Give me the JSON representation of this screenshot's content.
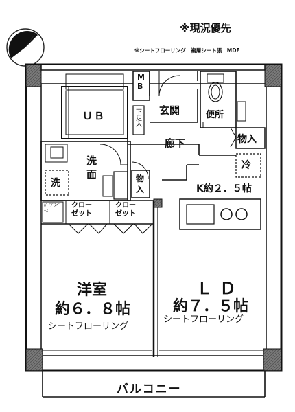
{
  "notes": {
    "priority": "※現況優先",
    "flooring": "※シートフローリング　複層シート張　MDF"
  },
  "rooms": {
    "ub": "ＵＢ",
    "mb": "M\nB",
    "shitabako": "下足入",
    "genkan": "玄関",
    "benjo": "便所",
    "monoire_top": "物入",
    "rouka": "廊下",
    "sen": "洗\n面",
    "sentakuki": "洗",
    "rei": "冷",
    "monoire_mid": "物\n入",
    "kitchen": "K約２．５帖",
    "pipe": "ﾊﾟｲﾌﾟｽﾍﾟｰｽ",
    "closet1": "クロー\nゼット",
    "closet2": "クロー\nゼット",
    "yoshitsu_name": "洋室",
    "yoshitsu_size": "約６．８帖",
    "yoshitsu_floor": "シートフローリング",
    "ld_name": "ＬＤ",
    "ld_size": "約７．５帖",
    "ld_floor": "シートフローリング",
    "balcony": "バルコニー"
  }
}
